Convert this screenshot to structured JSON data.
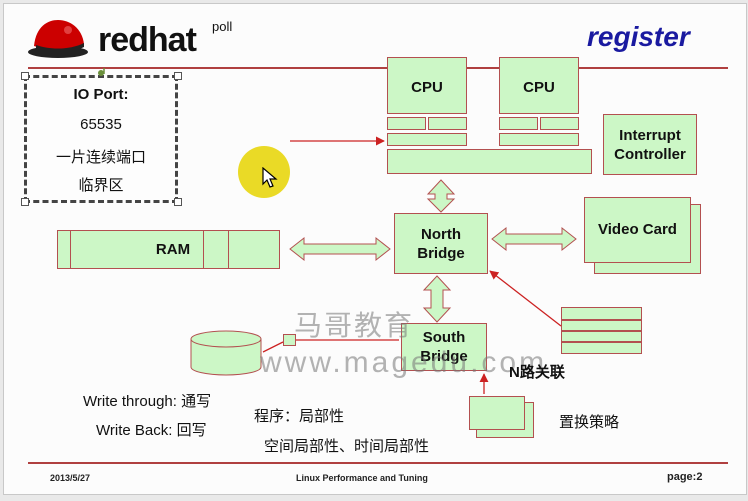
{
  "header": {
    "brand": "redhat",
    "brand_suffix": "poll",
    "title": "register"
  },
  "io_port": {
    "lines": [
      "IO Port:",
      "65535",
      "一片连续端口",
      "临界区"
    ]
  },
  "components": {
    "cpu1": "CPU",
    "cpu2": "CPU",
    "interrupt_controller": "Interrupt\nController",
    "north_bridge": "North\nBridge",
    "ram": "RAM",
    "video_card": "Video Card",
    "south_bridge": "South\nBridge"
  },
  "notes": {
    "n_way": "N路关联",
    "write_through": "Write through: 通写",
    "write_back": "Write Back: 回写",
    "program_locality": "程序：局部性",
    "locality_types": "空间局部性、时间局部性",
    "replacement": "置换策略"
  },
  "watermark": {
    "cn": "马哥教育",
    "url": "www.magedu.com"
  },
  "footer": {
    "date": "2013/5/27",
    "center": "Linux Performance and Tuning",
    "page": "page:2"
  },
  "colors": {
    "box_fill": "#ccf7c6",
    "box_border": "#b35050",
    "arrow": "#cc2222",
    "title": "#1a1aa0",
    "highlight": "#e6d400"
  }
}
